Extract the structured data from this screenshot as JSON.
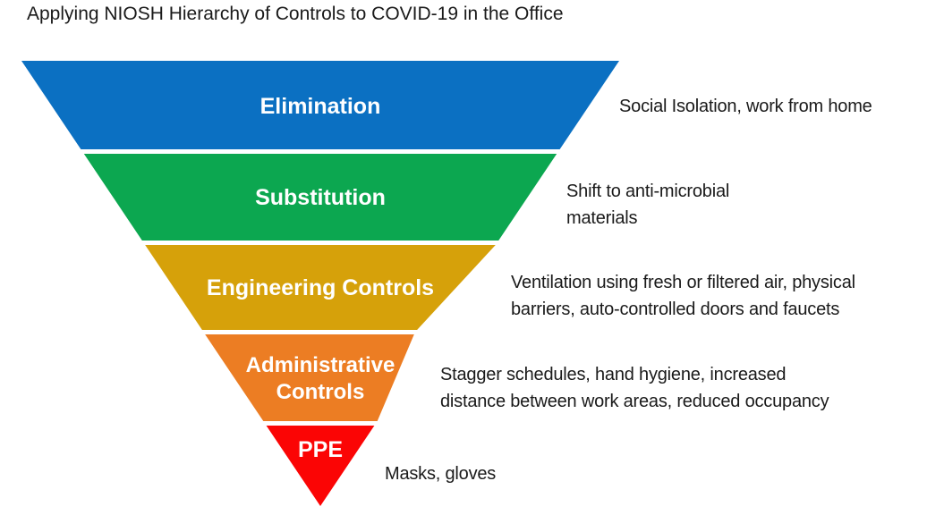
{
  "title": "Applying NIOSH Hierarchy of Controls to COVID-19 in the Office",
  "colors": {
    "background": "#ffffff",
    "title_text": "#1a1a1a",
    "label_text": "#ffffff",
    "annotation_text": "#1a1a1a"
  },
  "pyramid": {
    "type": "inverted-pyramid",
    "levels": [
      {
        "label": "Elimination",
        "label_lines": [
          "Elimination"
        ],
        "color": "#0b70c2",
        "annotation": "Social Isolation, work from home",
        "annotation_lines": [
          "Social Isolation, work from home"
        ]
      },
      {
        "label": "Substitution",
        "label_lines": [
          "Substitution"
        ],
        "color": "#0ca750",
        "annotation": "Shift to anti-microbial materials",
        "annotation_lines": [
          "Shift to anti-microbial",
          "materials"
        ]
      },
      {
        "label": "Engineering Controls",
        "label_lines": [
          "Engineering Controls"
        ],
        "color": "#d6a10a",
        "annotation": "Ventilation using fresh or filtered air, physical barriers, auto-controlled doors and faucets",
        "annotation_lines": [
          "Ventilation using fresh or filtered air, physical",
          "barriers, auto-controlled doors and faucets"
        ]
      },
      {
        "label": "Administrative Controls",
        "label_lines": [
          "Administrative",
          "Controls"
        ],
        "color": "#ec7d23",
        "annotation": "Stagger schedules, hand hygiene, increased distance between work areas, reduced occupancy",
        "annotation_lines": [
          "Stagger schedules, hand hygiene, increased",
          "distance between work areas, reduced occupancy"
        ]
      },
      {
        "label": "PPE",
        "label_lines": [
          "PPE"
        ],
        "color": "#fb0505",
        "annotation": "Masks, gloves",
        "annotation_lines": [
          "Masks, gloves"
        ]
      }
    ]
  }
}
